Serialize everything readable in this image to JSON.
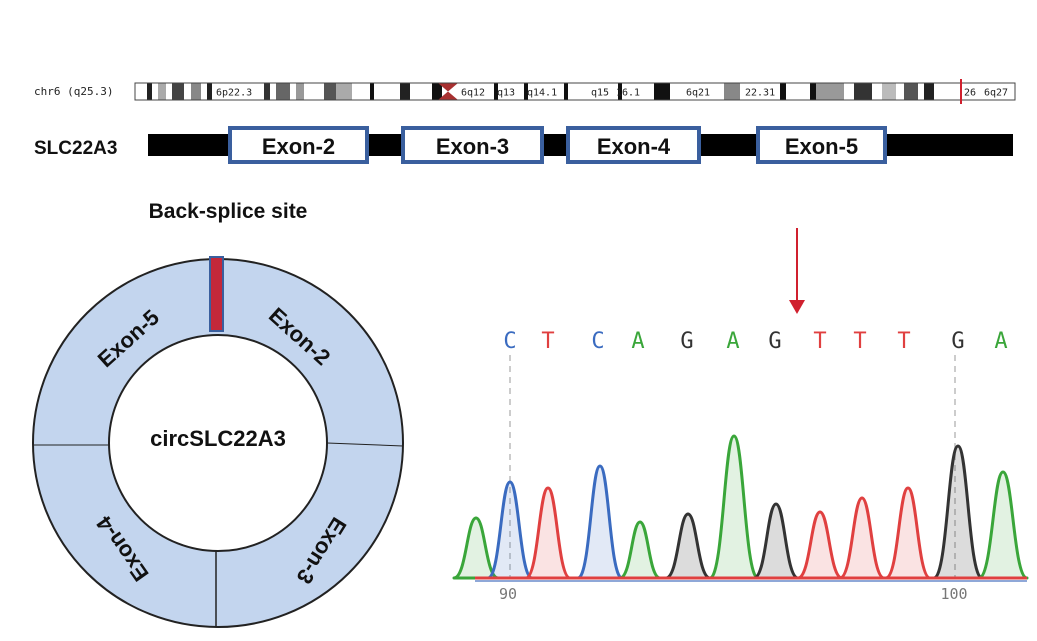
{
  "ideogram": {
    "chrom_label": "chr6 (q25.3)",
    "band_labels": [
      "6p22.3",
      "6q12",
      "q13",
      "q14.1",
      "q15",
      "16.1",
      "6q21",
      "22.31",
      "26",
      "6q27"
    ]
  },
  "gene": {
    "name": "SLC22A3",
    "exons": [
      "Exon-2",
      "Exon-3",
      "Exon-4",
      "Exon-5"
    ]
  },
  "circ": {
    "title": "Back-splice site",
    "center_label": "circSLC22A3",
    "segments": [
      "Exon-5",
      "Exon-2",
      "Exon-3",
      "Exon-4"
    ]
  },
  "chromatogram": {
    "bases": [
      "C",
      "T",
      "C",
      "A",
      "G",
      "A",
      "G",
      "T",
      "T",
      "T",
      "G",
      "A"
    ],
    "axis_ticks": [
      "90",
      "100"
    ]
  },
  "colors": {
    "exon_border": "#3a5f9e",
    "ring_fill": "#c3d5ee",
    "splice_mark": "#c4283a",
    "arrow": "#d0202e",
    "base_A": "#3aa63a",
    "base_C": "#3a6bc0",
    "base_G": "#333333",
    "base_T": "#e04040"
  }
}
